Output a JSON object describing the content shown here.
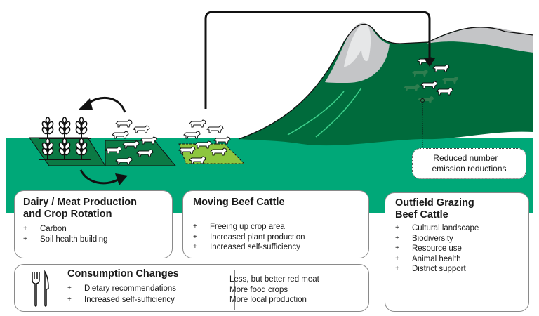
{
  "colors": {
    "field_green": "#00a878",
    "mountain_green": "#006b3c",
    "light_green": "#8dc63f",
    "rock_grey": "#c4c5c7",
    "snow": "#e6e7e8"
  },
  "note": {
    "line1": "Reduced number =",
    "line2": "emission reductions"
  },
  "dairy": {
    "title_line1": "Dairy / Meat Production",
    "title_line2": "and Crop Rotation",
    "items": [
      "Carbon",
      "Soil health building"
    ]
  },
  "moving": {
    "title": "Moving Beef Cattle",
    "items": [
      "Freeing up crop area",
      "Increased plant production",
      "Increased self-sufficiency"
    ]
  },
  "outfield": {
    "title_line1": "Outfield Grazing",
    "title_line2": "Beef Cattle",
    "items": [
      "Cultural landscape",
      "Biodiversity",
      "Resource use",
      "Animal health",
      "District support"
    ]
  },
  "consumption": {
    "icon": "fork-knife-icon",
    "title": "Consumption Changes",
    "items": [
      "Dietary recommendations",
      "Increased self-sufficiency"
    ],
    "outcomes": [
      "Less, but better red meat",
      "More food crops",
      "More local production"
    ]
  },
  "bullet": "+"
}
